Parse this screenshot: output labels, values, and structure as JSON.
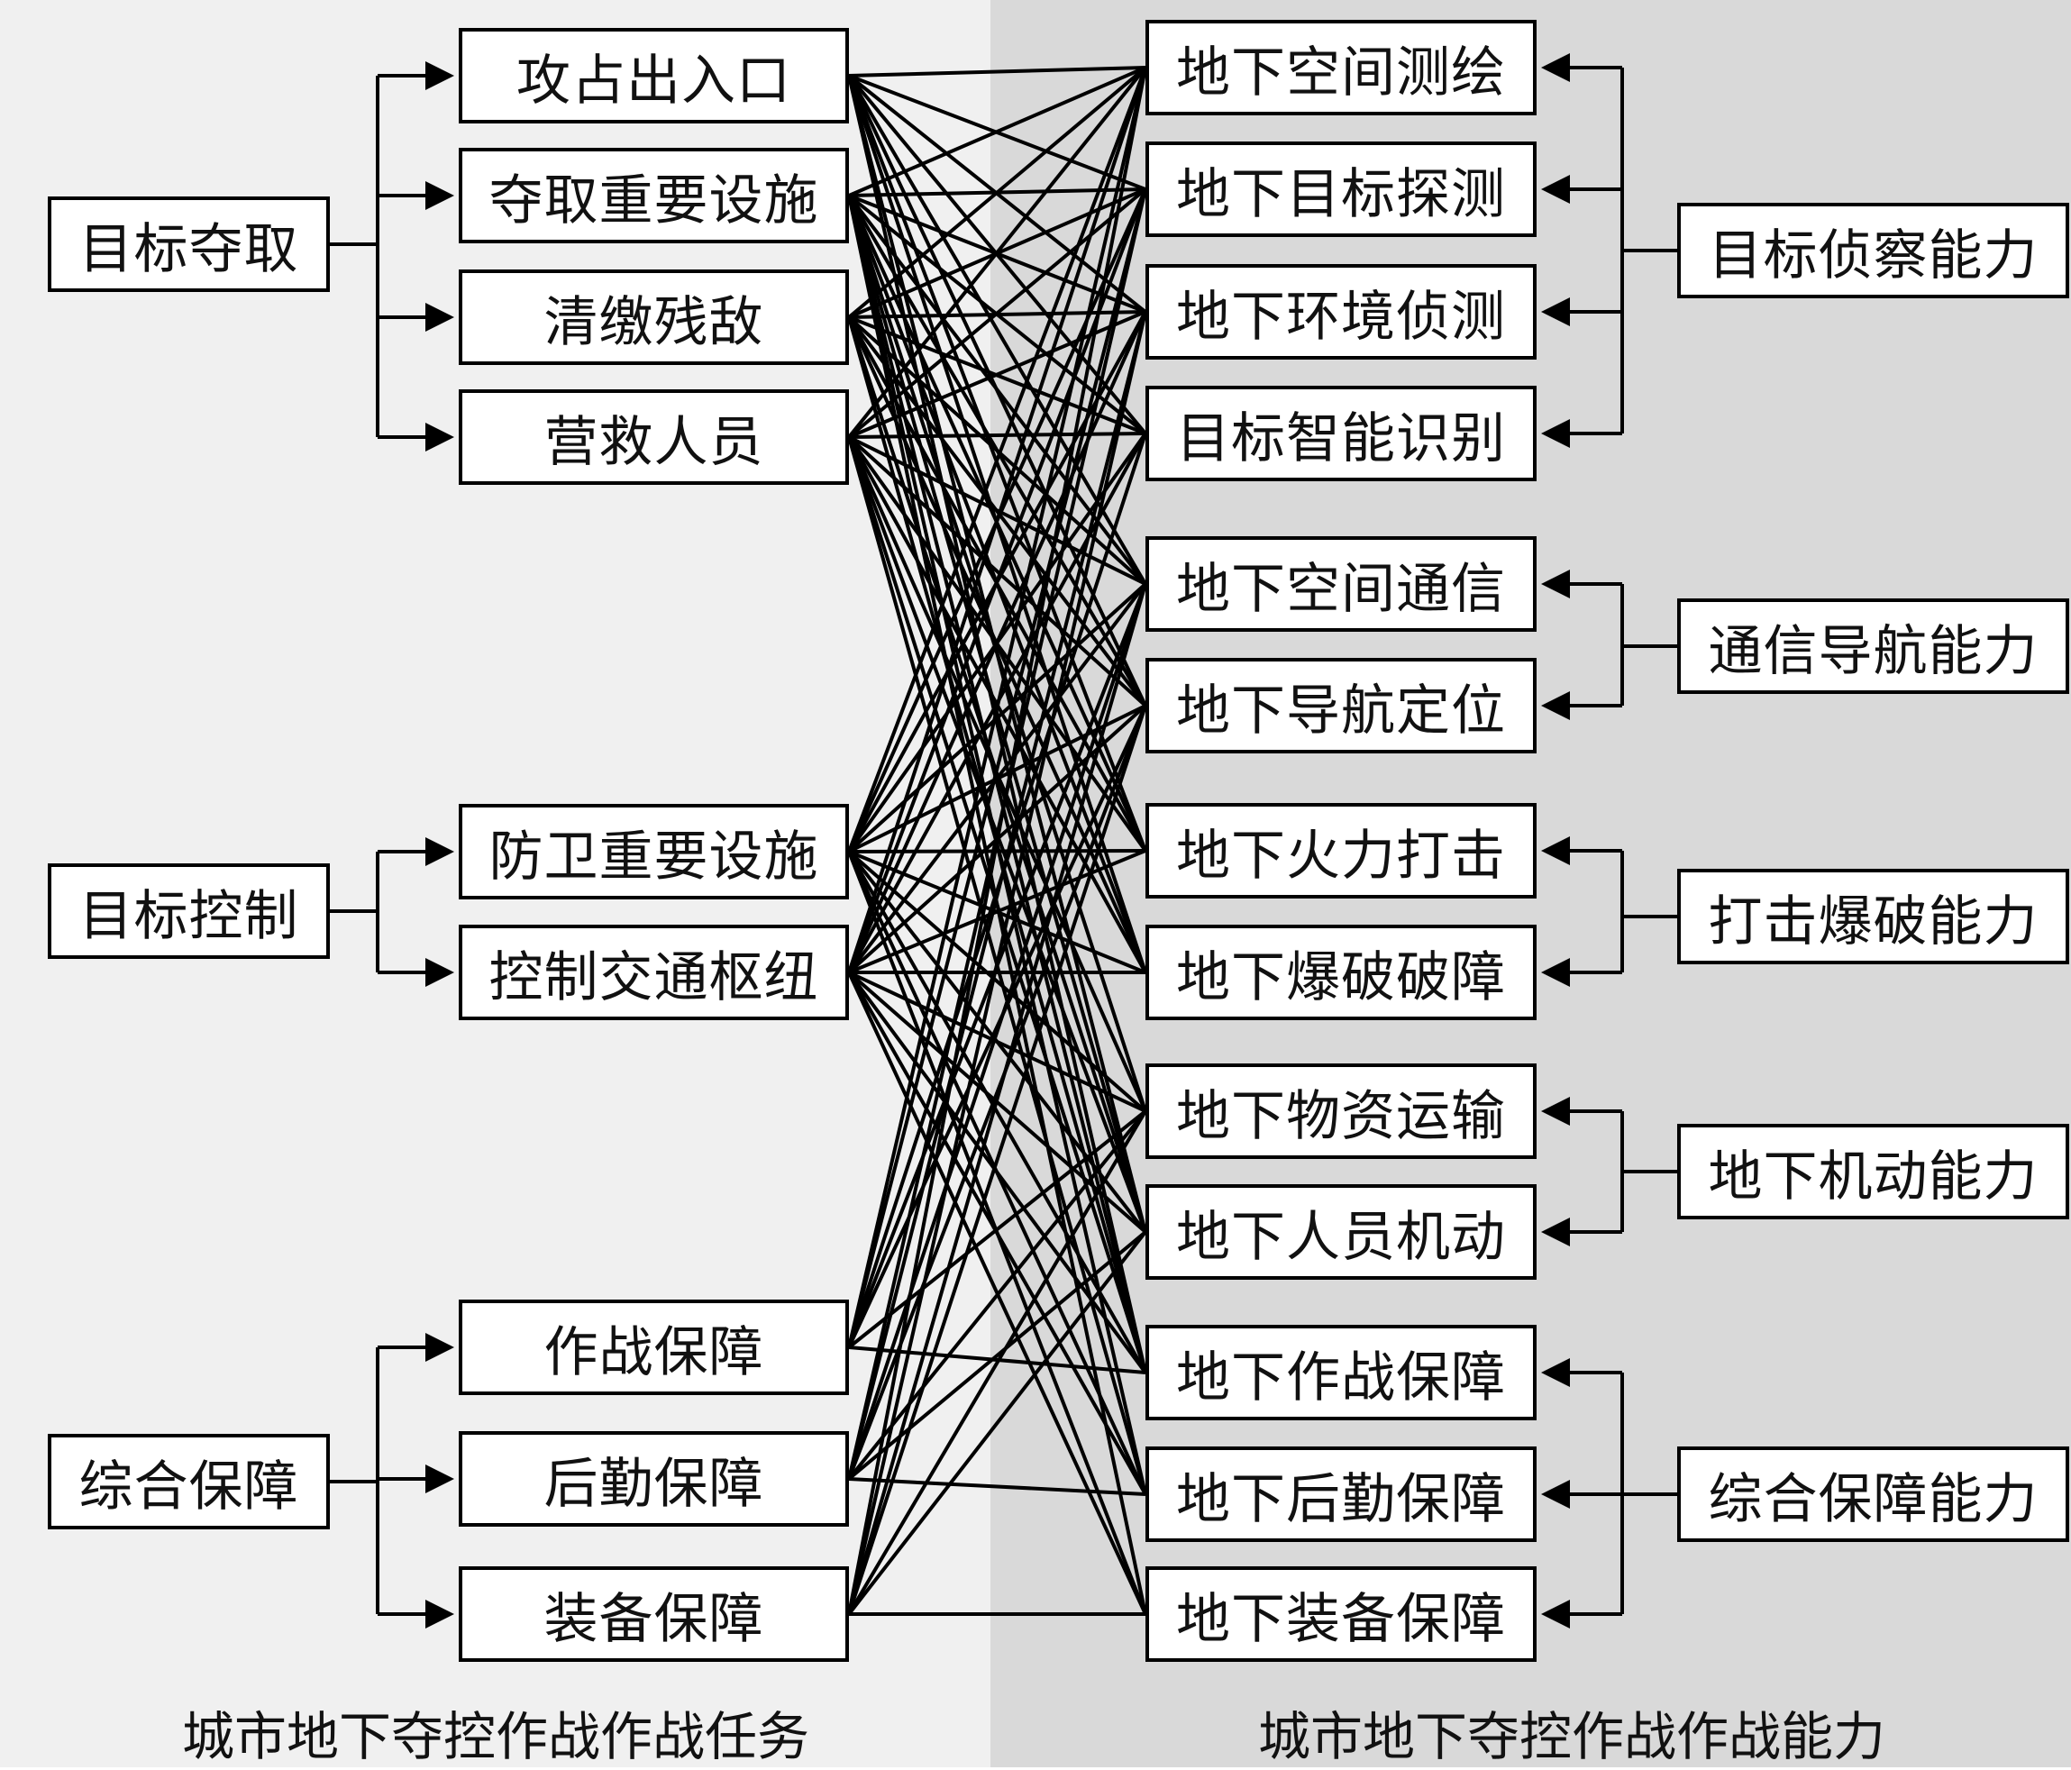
{
  "groups_left": [
    {
      "label": "目标夺取",
      "tasks": [
        "攻占出入口",
        "夺取重要设施",
        "清缴残敌",
        "营救人员"
      ]
    },
    {
      "label": "目标控制",
      "tasks": [
        "防卫重要设施",
        "控制交通枢纽"
      ]
    },
    {
      "label": "综合保障",
      "tasks": [
        "作战保障",
        "后勤保障",
        "装备保障"
      ]
    }
  ],
  "groups_right": [
    {
      "label": "目标侦察能力",
      "caps": [
        "地下空间测绘",
        "地下目标探测",
        "地下环境侦测",
        "目标智能识别"
      ]
    },
    {
      "label": "通信导航能力",
      "caps": [
        "地下空间通信",
        "地下导航定位"
      ]
    },
    {
      "label": "打击爆破能力",
      "caps": [
        "地下火力打击",
        "地下爆破破障"
      ]
    },
    {
      "label": "地下机动能力",
      "caps": [
        "地下物资运输",
        "地下人员机动"
      ]
    },
    {
      "label": "综合保障能力",
      "caps": [
        "地下作战保障",
        "地下后勤保障",
        "地下装备保障"
      ]
    }
  ],
  "connections": [
    [
      0,
      1,
      2,
      3,
      4,
      5,
      6,
      7,
      9,
      10
    ],
    [
      0,
      1,
      2,
      3,
      4,
      5,
      6,
      7,
      8,
      9,
      10,
      11,
      12
    ],
    [
      0,
      1,
      2,
      3,
      4,
      5,
      6,
      7,
      9,
      10
    ],
    [
      0,
      1,
      2,
      3,
      4,
      5,
      6,
      7,
      8,
      9,
      10,
      11
    ],
    [
      0,
      1,
      2,
      3,
      4,
      5,
      6,
      7,
      8,
      9,
      10,
      11,
      12
    ],
    [
      0,
      1,
      2,
      3,
      4,
      5,
      6,
      7,
      8,
      9,
      10,
      11,
      12
    ],
    [
      0,
      1,
      3,
      4,
      5,
      8,
      10
    ],
    [
      1,
      2,
      4,
      5,
      8,
      9,
      11
    ],
    [
      0,
      2,
      4,
      5,
      8,
      9,
      12
    ]
  ],
  "footer": {
    "left": "城市地下夺控作战作战任务",
    "right": "城市地下夺控作战作战能力"
  }
}
